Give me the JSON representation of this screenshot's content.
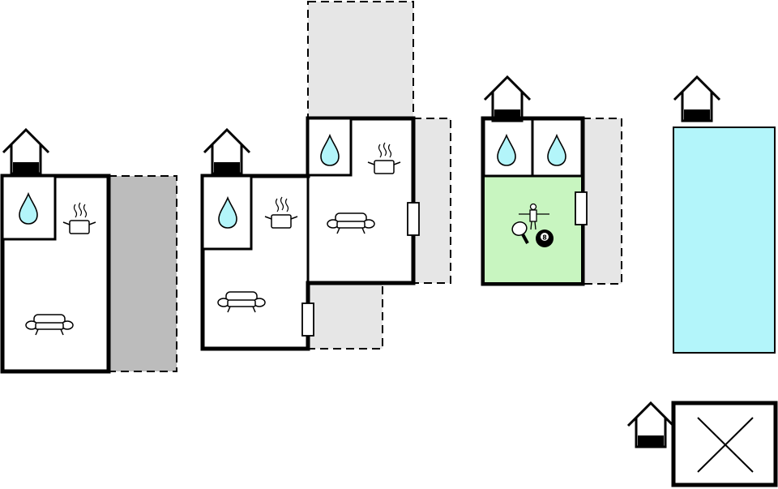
{
  "colors": {
    "wall": "#000000",
    "room_fill": "#ffffff",
    "terrace_light": "#e6e6e6",
    "terrace_dark": "#bcbcbc",
    "games_room": "#c8f5c0",
    "pool": "#b3f5fa",
    "water_drop": "#b3f5fa"
  },
  "icons": {
    "level_marker": "house-level-icon",
    "bathroom": "water-drop-icon",
    "kitchen": "cooking-pot-icon",
    "living": "sofa-icon",
    "door": "door-icon",
    "table_tennis": "table-tennis-icon",
    "foosball": "foosball-icon",
    "billiards": "billiard-ball-icon",
    "unavailable": "cross-icon"
  },
  "billiard_ball_label": "8",
  "buildings": [
    {
      "name": "building-1",
      "rooms": [
        "bathroom",
        "kitchen",
        "living"
      ],
      "terrace": "dark"
    },
    {
      "name": "building-2",
      "rooms": [
        "bathroom",
        "kitchen",
        "living",
        "bathroom",
        "kitchen",
        "living"
      ],
      "terrace": "light"
    },
    {
      "name": "building-3",
      "rooms": [
        "bathroom",
        "bathroom",
        "games-room"
      ],
      "terrace": "light"
    },
    {
      "name": "pool",
      "rooms": [
        "pool"
      ]
    },
    {
      "name": "outbuilding",
      "rooms": [
        "unavailable"
      ]
    }
  ]
}
